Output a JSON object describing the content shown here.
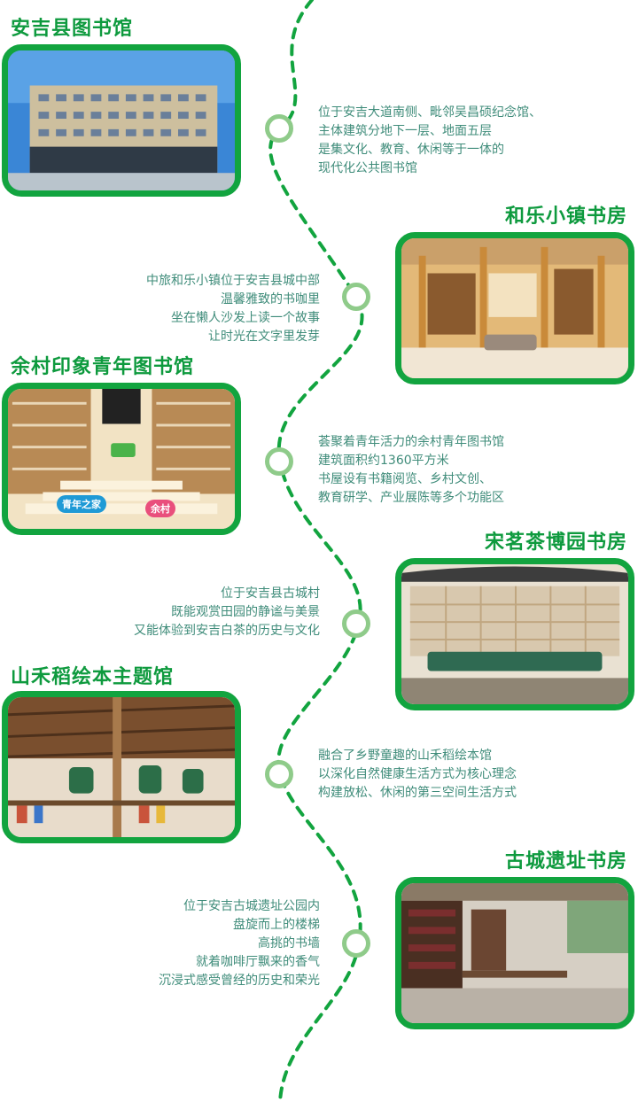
{
  "colors": {
    "accent": "#12a43f",
    "node_ring": "#8fcb8a",
    "text": "#3f8c7a"
  },
  "sections": [
    {
      "title": "安吉县图书馆",
      "lines": [
        "位于安吉大道南侧、毗邻吴昌硕纪念馆、",
        "主体建筑分地下一层、地面五层",
        "是集文化、教育、休闲等于一体的",
        "现代化公共图书馆"
      ]
    },
    {
      "title": "和乐小镇书房",
      "lines": [
        "中旅和乐小镇位于安吉县城中部",
        "温馨雅致的书咖里",
        "坐在懒人沙发上读一个故事",
        "让时光在文字里发芽"
      ]
    },
    {
      "title": "余村印象青年图书馆",
      "lines": [
        "荟聚着青年活力的余村青年图书馆",
        "建筑面积约1360平方米",
        "书屋设有书籍阅览、乡村文创、",
        "教育研学、产业展陈等多个功能区"
      ]
    },
    {
      "title": "宋茗茶博园书房",
      "lines": [
        "位于安吉县古城村",
        "既能观赏田园的静谧与美景",
        "又能体验到安吉白茶的历史与文化"
      ]
    },
    {
      "title": "山禾稻绘本主题馆",
      "lines": [
        "融合了乡野童趣的山禾稻绘本馆",
        "以深化自然健康生活方式为核心理念",
        "构建放松、休闲的第三空间生活方式"
      ]
    },
    {
      "title": "古城遗址书房",
      "lines": [
        "位于安吉古城遗址公园内",
        "盘旋而上的楼梯",
        "高挑的书墙",
        "就着咖啡厅飘来的香气",
        "沉浸式感受曾经的历史和荣光"
      ]
    }
  ]
}
